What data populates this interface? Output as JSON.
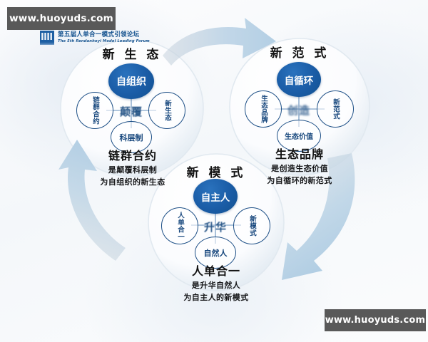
{
  "watermarks": {
    "top": "www.huoyuds.com",
    "bottom": "www.huoyuds.com"
  },
  "logo": {
    "icon": "forum-logo-icon",
    "cn": "第五届人单合一模式引领论坛",
    "en": "The 5th Rendanheyi Model Leading Forum"
  },
  "diagram": {
    "type": "cycle",
    "clusters": [
      {
        "id": "new-ecology",
        "title": "新 生 态",
        "center": "自组织",
        "middle": "颠覆",
        "left": "链群合约",
        "right": "新生态",
        "bottom": "科层制",
        "caption_head": "链群合约",
        "caption_line1": "是颠覆科层制",
        "caption_line2": "为自组织的新生态"
      },
      {
        "id": "new-paradigm",
        "title": "新 范 式",
        "center": "自循环",
        "middle": "创造",
        "left": "生态品牌",
        "right": "新范式",
        "bottom": "生态价值",
        "caption_head": "生态品牌",
        "caption_line1": "是创造生态价值",
        "caption_line2": "为自循环的新范式"
      },
      {
        "id": "new-model",
        "title": "新 模 式",
        "center": "自主人",
        "middle": "升华",
        "left": "人单合一",
        "right": "新模式",
        "bottom": "自然人",
        "caption_head": "人单合一",
        "caption_line1": "是升华自然人",
        "caption_line2": "为自主人的新模式"
      }
    ],
    "arrows": [
      {
        "id": "arrow-top-right",
        "direction": "left-to-right",
        "label": ""
      },
      {
        "id": "arrow-right-down",
        "direction": "right-down-to-bottom",
        "label": ""
      },
      {
        "id": "arrow-left-up",
        "direction": "bottom-to-top-left",
        "label": ""
      }
    ]
  },
  "colors": {
    "node_fill": "#1a5ca6",
    "node_ring": "#1d4f86",
    "node_text": "#17477d",
    "arrow": "#b7d2e6",
    "title": "#111111",
    "logo": "#14528f",
    "watermark_bg": "#595959"
  }
}
